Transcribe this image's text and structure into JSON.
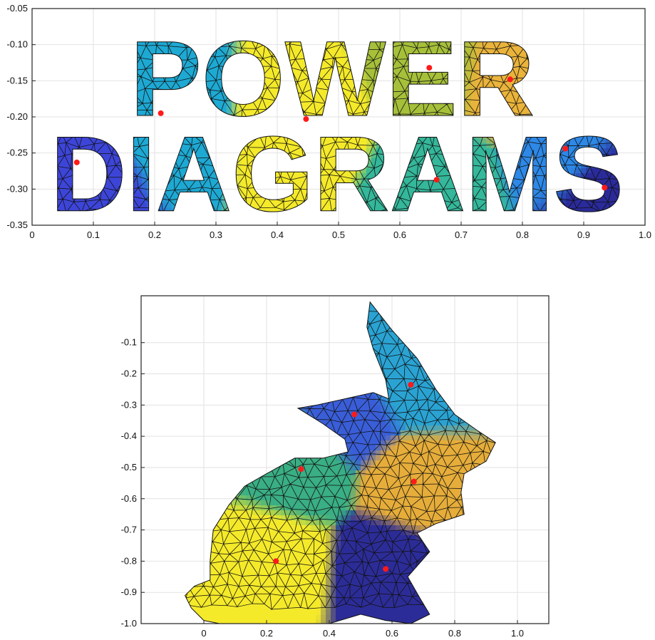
{
  "chart_data": [
    {
      "type": "heatmap",
      "description_words": [
        "POWER",
        "DIAGRAMS"
      ],
      "xlim": [
        0.0,
        1.0
      ],
      "ylim": [
        -0.35,
        -0.05
      ],
      "xticks": [
        "0",
        "0.1",
        "0.2",
        "0.3",
        "0.4",
        "0.5",
        "0.6",
        "0.7",
        "0.8",
        "0.9",
        "1.0"
      ],
      "yticks": [
        "-0.05",
        "-0.10",
        "-0.15",
        "-0.20",
        "-0.25",
        "-0.30",
        "-0.35"
      ],
      "grid": true,
      "sites": [
        {
          "x": 0.073,
          "y": -0.263,
          "color": "#3d45d8"
        },
        {
          "x": 0.21,
          "y": -0.195,
          "color": "#1ea9d3"
        },
        {
          "x": 0.447,
          "y": -0.203,
          "color": "#f5ea2a"
        },
        {
          "x": 0.648,
          "y": -0.132,
          "color": "#a6c03a"
        },
        {
          "x": 0.78,
          "y": -0.148,
          "color": "#eab33b"
        },
        {
          "x": 0.66,
          "y": -0.287,
          "color": "#34b79a"
        },
        {
          "x": 0.87,
          "y": -0.244,
          "color": "#2d88e6"
        },
        {
          "x": 0.934,
          "y": -0.298,
          "color": "#2a2a9a"
        }
      ],
      "site_marker_color": "#ff1a1a"
    },
    {
      "type": "heatmap",
      "xlim": [
        -0.2,
        1.1
      ],
      "ylim": [
        -1.0,
        0.05
      ],
      "xticks": [
        "0",
        "0.2",
        "0.4",
        "0.6",
        "0.8",
        "1.0"
      ],
      "yticks": [
        "-0.1",
        "-0.2",
        "-0.3",
        "-0.4",
        "-0.5",
        "-0.6",
        "-0.7",
        "-0.8",
        "-0.9",
        "-1.0"
      ],
      "grid": true,
      "sites": [
        {
          "x": 0.66,
          "y": -0.235,
          "color": "#2aa3d3"
        },
        {
          "x": 0.48,
          "y": -0.33,
          "color": "#3a5ed8"
        },
        {
          "x": 0.31,
          "y": -0.505,
          "color": "#3aae84"
        },
        {
          "x": 0.67,
          "y": -0.545,
          "color": "#e6ad3a"
        },
        {
          "x": 0.23,
          "y": -0.8,
          "color": "#f5ea2a"
        },
        {
          "x": 0.58,
          "y": -0.825,
          "color": "#2c2c98"
        }
      ],
      "site_marker_color": "#ff1a1a"
    }
  ]
}
